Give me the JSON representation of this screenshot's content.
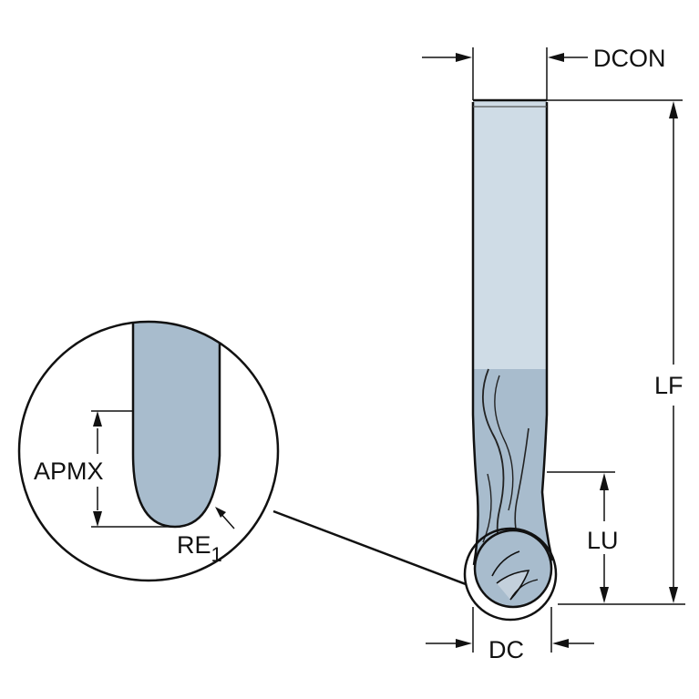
{
  "labels": {
    "dcon": "DCON",
    "lf": "LF",
    "lu": "LU",
    "dc": "DC",
    "apmx": "APMX",
    "re_main": "RE",
    "re_sub": "1"
  },
  "colors": {
    "shank": "#cfdce6",
    "body": "#a8bccd",
    "outline": "#111111"
  }
}
